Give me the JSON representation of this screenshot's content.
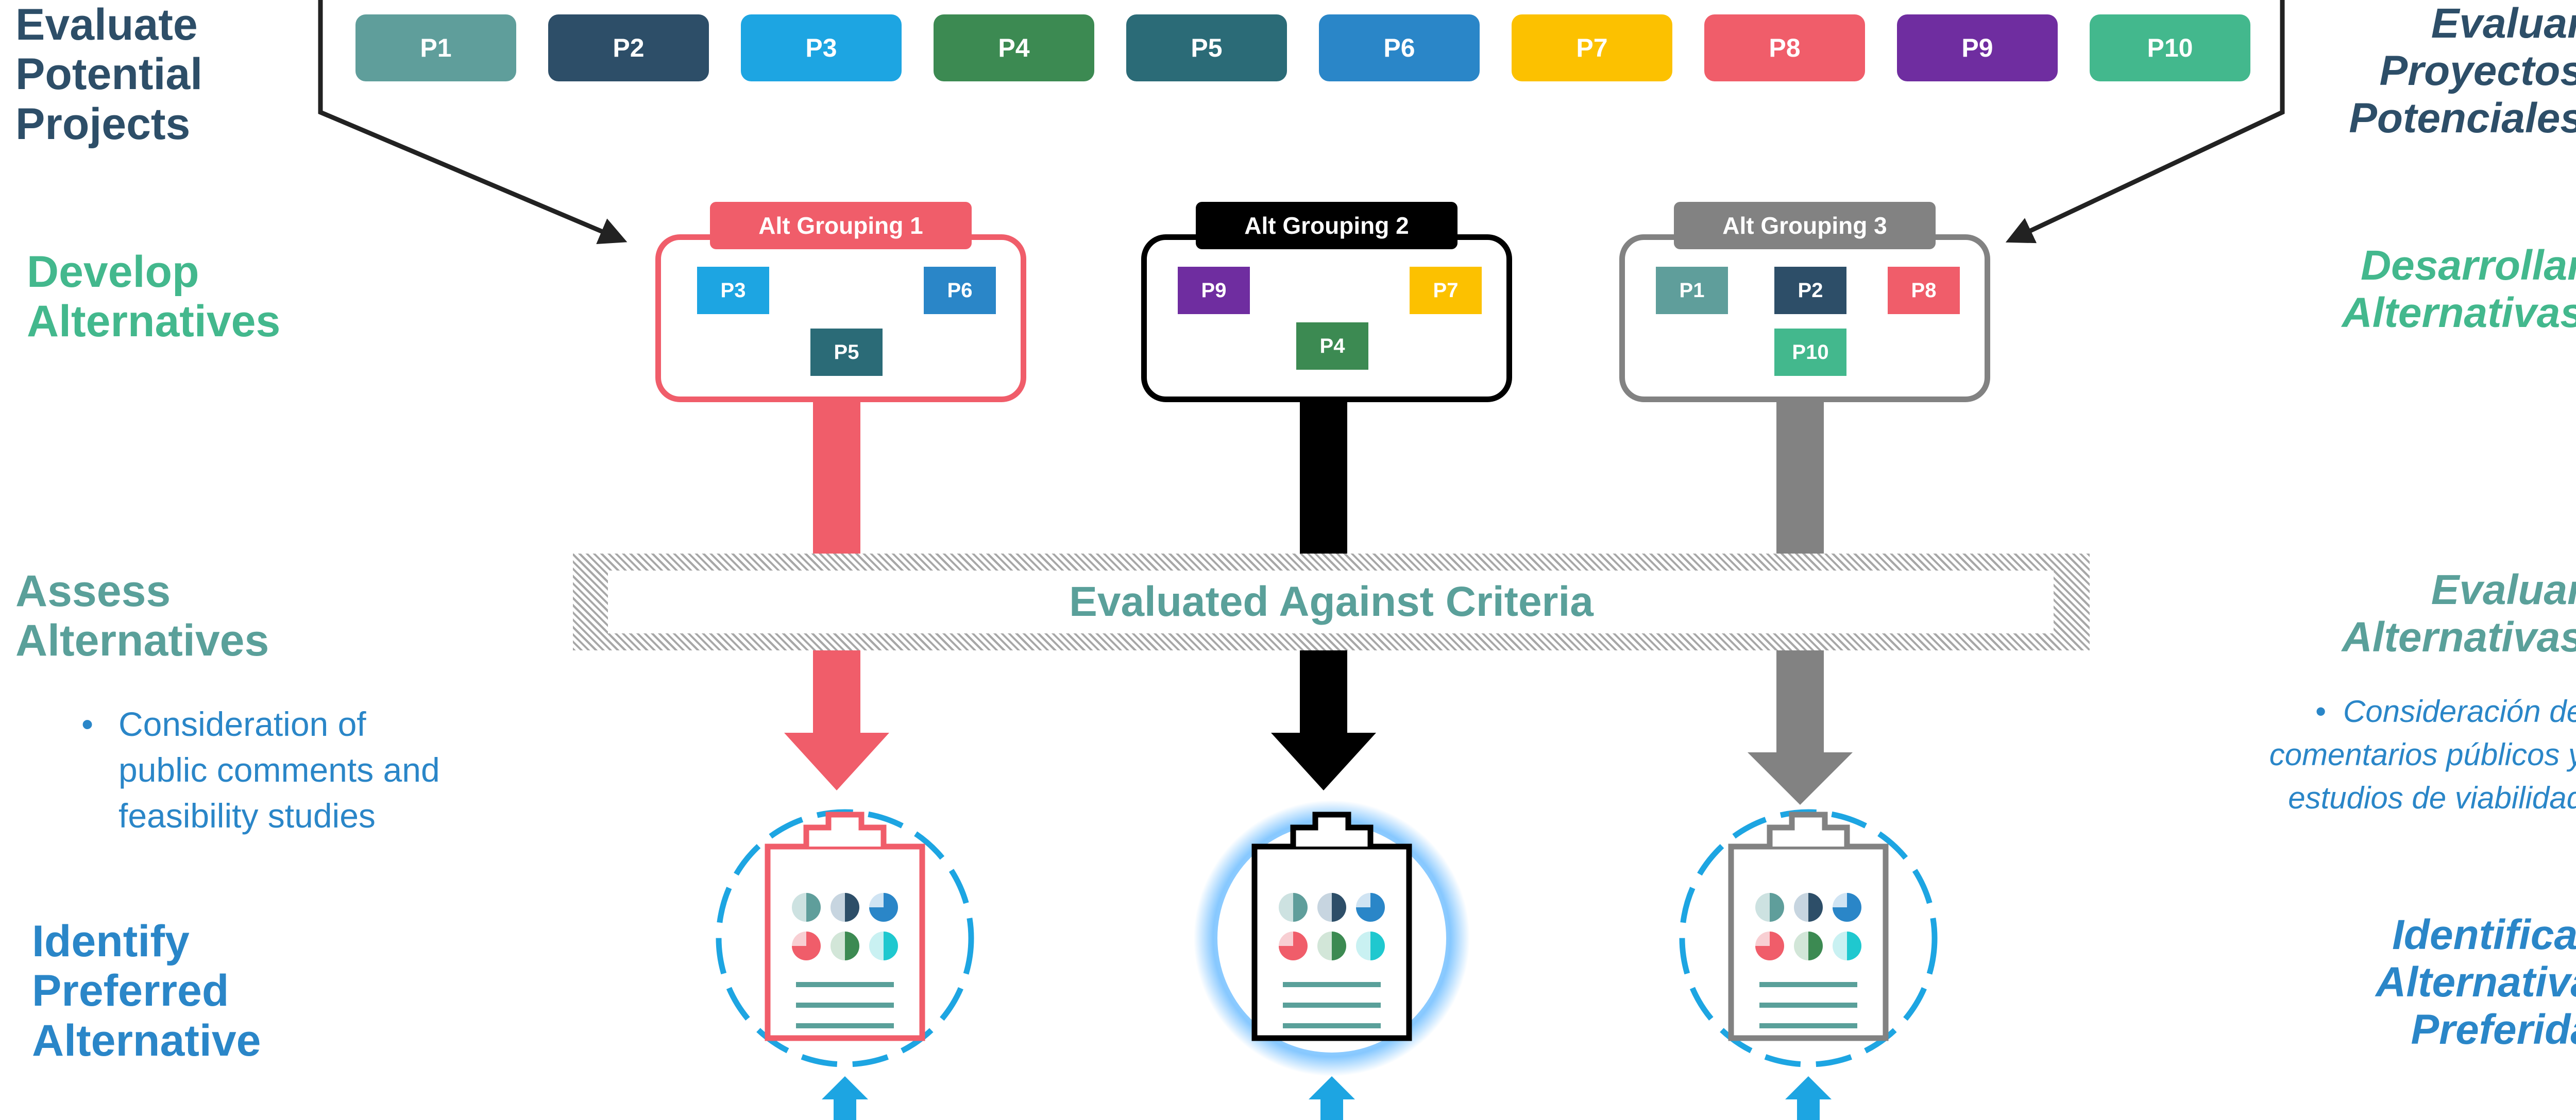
{
  "colors": {
    "dark_blue": "#2d4e68",
    "teal_green": "#43b88d",
    "teal": "#5aa09a",
    "blue": "#2a86c8",
    "red": "#f05d6a",
    "black": "#000000",
    "gray": "#828282",
    "highlight": "#1da5e2"
  },
  "steps_en": [
    {
      "lines": [
        "Evaluate",
        "Potential",
        "Projects"
      ]
    },
    {
      "lines": [
        "Develop",
        "Alternatives"
      ]
    },
    {
      "lines": [
        "Assess",
        "Alternatives"
      ]
    },
    {
      "lines": [
        "Identify",
        "Preferred",
        "Alternative"
      ]
    }
  ],
  "steps_es": [
    {
      "lines": [
        "Evaluar",
        "Proyectos",
        "Potenciales"
      ]
    },
    {
      "lines": [
        "Desarrollar",
        "Alternativas"
      ]
    },
    {
      "lines": [
        "Evaluar",
        "Alternativas"
      ]
    },
    {
      "lines": [
        "Identificar",
        "Alternativa",
        "Preferida"
      ]
    }
  ],
  "assess_bullet_en": "Consideration of public comments and feasibility studies",
  "assess_bullet_en_lines": [
    "Consideration of",
    "public comments and",
    "feasibility studies"
  ],
  "assess_bullet_es_lines": [
    "Consideración de",
    "comentarios públicos y",
    "estudios de viabilidad"
  ],
  "projects": [
    {
      "label": "P1",
      "color": "#5f9e9b"
    },
    {
      "label": "P2",
      "color": "#2d4e68"
    },
    {
      "label": "P3",
      "color": "#1da5e2"
    },
    {
      "label": "P4",
      "color": "#3c8a52"
    },
    {
      "label": "P5",
      "color": "#2b6b77"
    },
    {
      "label": "P6",
      "color": "#2a86c8"
    },
    {
      "label": "P7",
      "color": "#fcc100"
    },
    {
      "label": "P8",
      "color": "#f05d6a"
    },
    {
      "label": "P9",
      "color": "#6f2da0"
    },
    {
      "label": "P10",
      "color": "#43b88d"
    }
  ],
  "groups": [
    {
      "title": "Alt Grouping 1",
      "color": "#f05d6a",
      "members": [
        "P3",
        "P6",
        "P5"
      ],
      "preferred": false
    },
    {
      "title": "Alt Grouping 2",
      "color": "#000000",
      "members": [
        "P9",
        "P7",
        "P4"
      ],
      "preferred": true
    },
    {
      "title": "Alt Grouping 3",
      "color": "#828282",
      "members": [
        "P1",
        "P2",
        "P8",
        "P10"
      ],
      "preferred": false
    }
  ],
  "criteria_label": "Evaluated Against Criteria"
}
